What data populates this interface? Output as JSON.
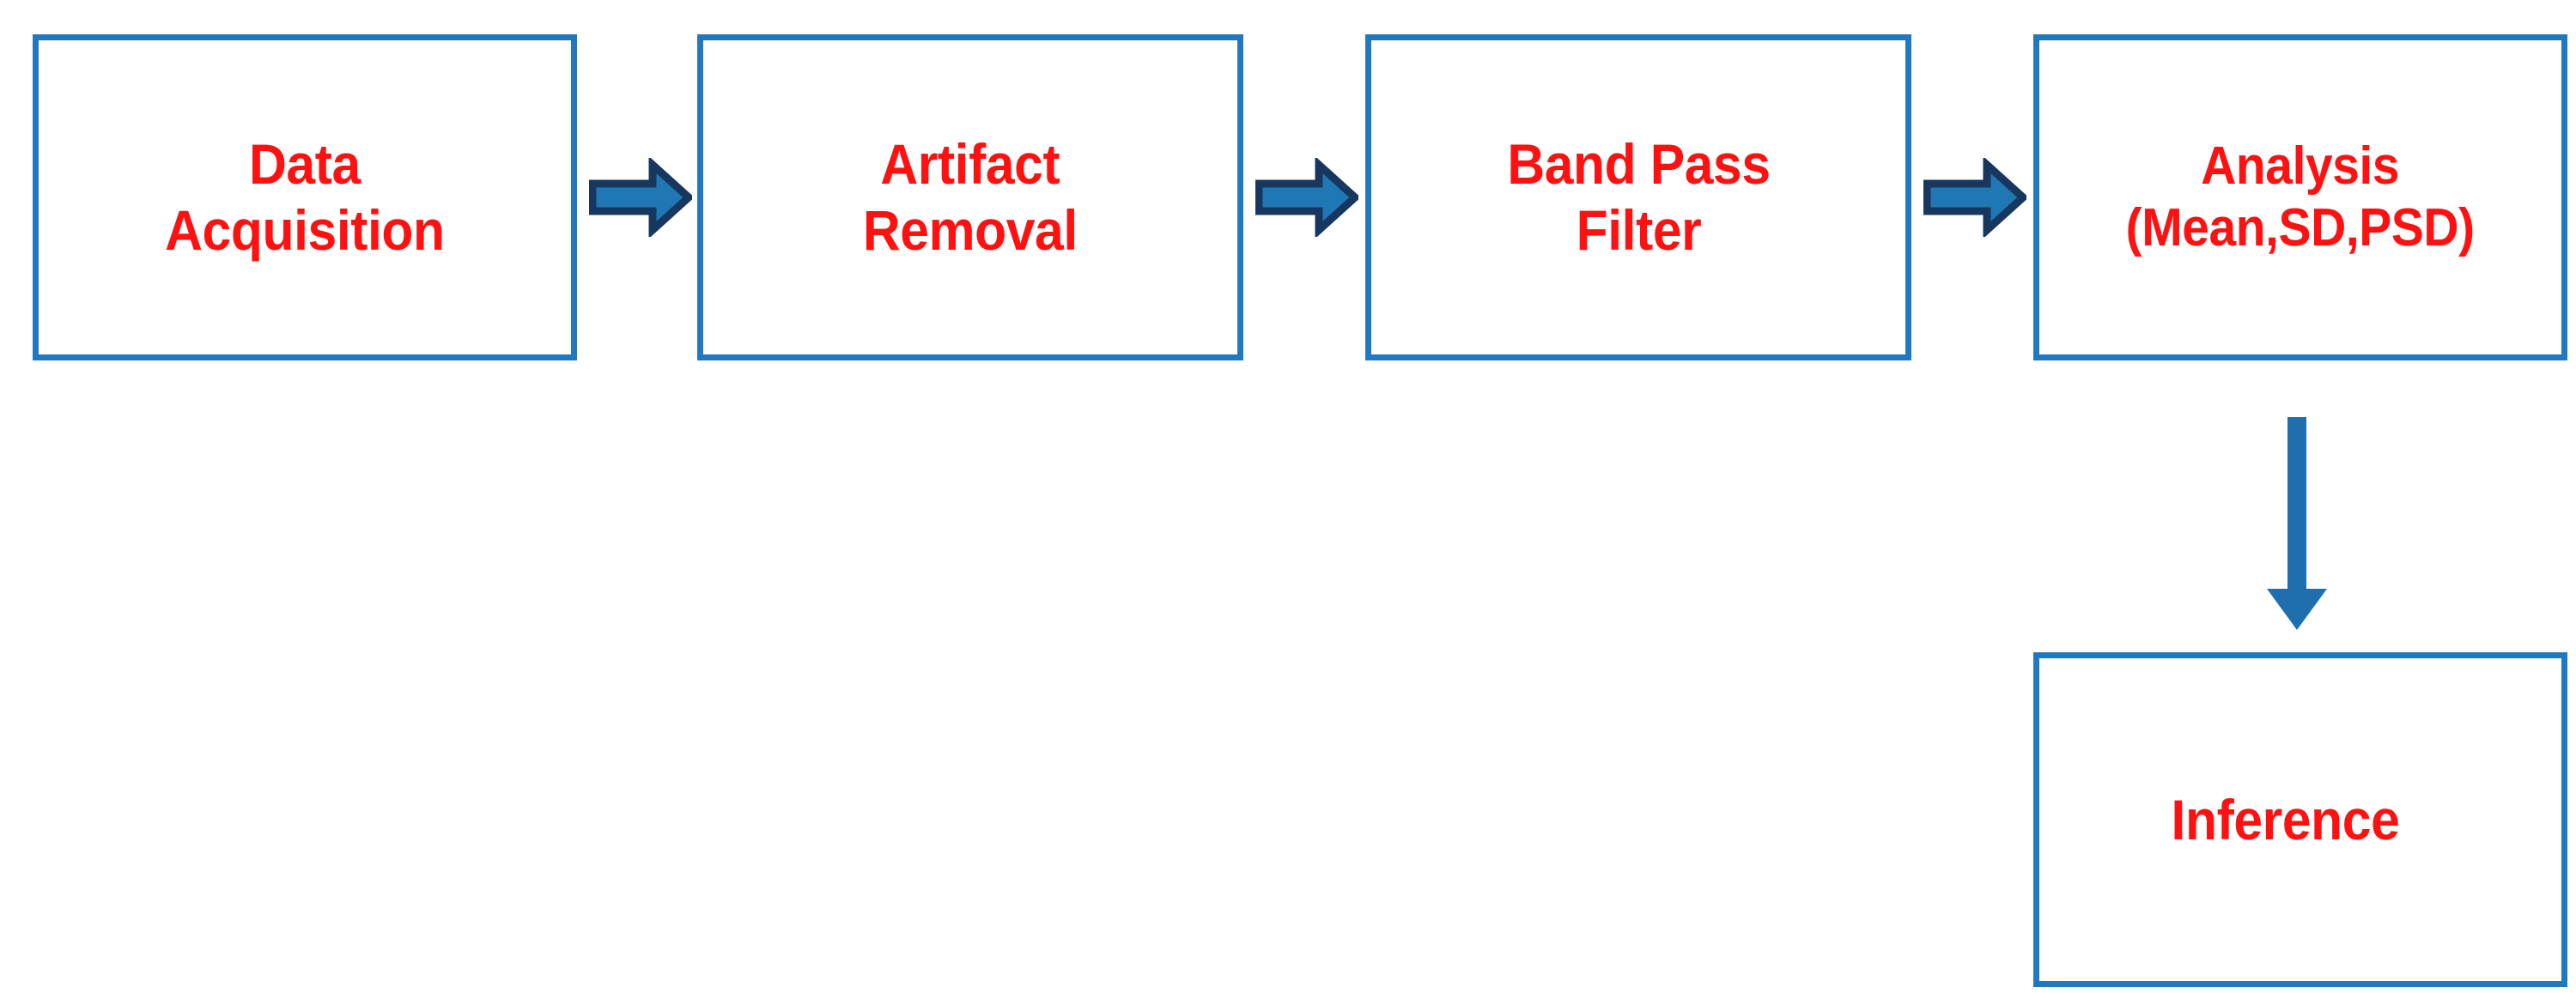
{
  "diagram": {
    "title": "EEG signal processing pipeline flowchart",
    "type": "flowchart",
    "orientation": "left-to-right with one downward branch",
    "colors": {
      "box_border": "#2079C0",
      "box_fill": "#FFFFFF",
      "text": "#FF1111",
      "arrow_fill": "#1F78B4",
      "arrow_outline": "#17375E",
      "background": "#FFFFFF"
    },
    "nodes": [
      {
        "id": "data-acquisition",
        "label": "Data\nAcquisition"
      },
      {
        "id": "artifact-removal",
        "label": "Artifact\nRemoval"
      },
      {
        "id": "band-pass-filter",
        "label": "Band Pass\nFilter"
      },
      {
        "id": "analysis",
        "label": "Analysis\n(Mean,SD,PSD)"
      },
      {
        "id": "inference",
        "label": "Inference"
      }
    ],
    "connectors": [
      {
        "id": "arrow-1",
        "from": "data-acquisition",
        "to": "artifact-removal",
        "icon": "right-block-arrow-icon",
        "direction": "right"
      },
      {
        "id": "arrow-2",
        "from": "artifact-removal",
        "to": "band-pass-filter",
        "icon": "right-block-arrow-icon",
        "direction": "right"
      },
      {
        "id": "arrow-3",
        "from": "band-pass-filter",
        "to": "analysis",
        "icon": "right-block-arrow-icon",
        "direction": "right"
      },
      {
        "id": "arrow-down",
        "from": "analysis",
        "to": "inference",
        "icon": "down-line-arrow-icon",
        "direction": "down"
      }
    ]
  }
}
